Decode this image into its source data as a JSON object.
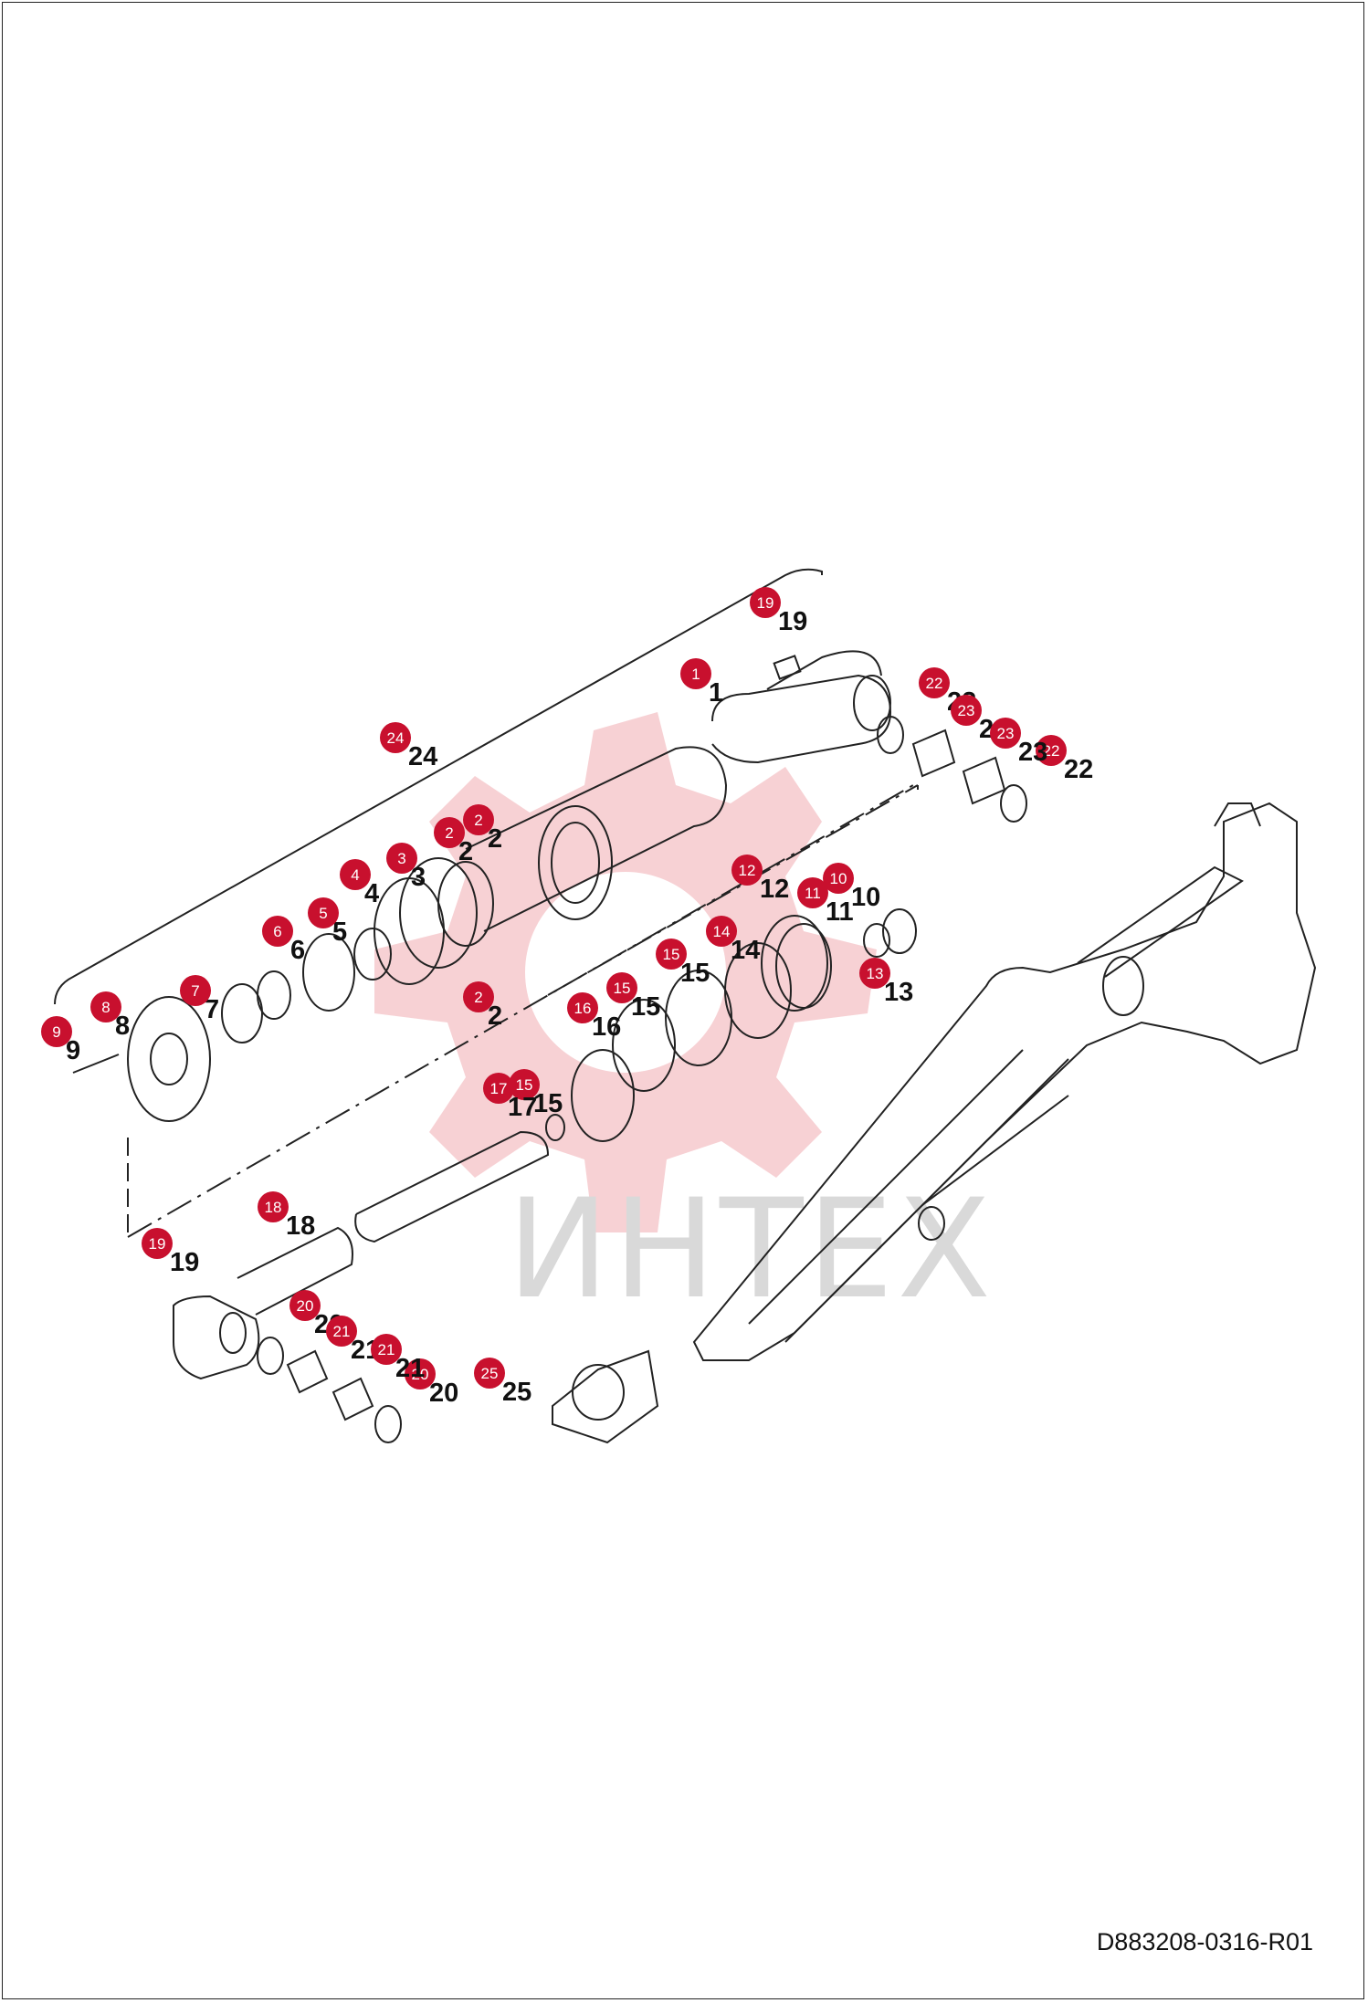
{
  "watermark": "ИНТЕХ",
  "document_code": "D883208-0316-R01",
  "colors": {
    "badge": "#c8102e",
    "watermark_gear": "#f6c9cd",
    "line": "#222222"
  },
  "callouts": [
    {
      "badge": "1",
      "label": "1"
    },
    {
      "badge": "2",
      "label": "2"
    },
    {
      "badge": "2",
      "label": "2"
    },
    {
      "badge": "2",
      "label": "2"
    },
    {
      "badge": "3",
      "label": "3"
    },
    {
      "badge": "4",
      "label": "4"
    },
    {
      "badge": "5",
      "label": "5"
    },
    {
      "badge": "6",
      "label": "6"
    },
    {
      "badge": "7",
      "label": "7"
    },
    {
      "badge": "8",
      "label": "8"
    },
    {
      "badge": "9",
      "label": "9"
    },
    {
      "badge": "10",
      "label": "10"
    },
    {
      "badge": "11",
      "label": "11"
    },
    {
      "badge": "12",
      "label": "12"
    },
    {
      "badge": "13",
      "label": "13"
    },
    {
      "badge": "14",
      "label": "14"
    },
    {
      "badge": "15",
      "label": "15"
    },
    {
      "badge": "15",
      "label": "15"
    },
    {
      "badge": "15",
      "label": "15"
    },
    {
      "badge": "16",
      "label": "16"
    },
    {
      "badge": "17",
      "label": "17"
    },
    {
      "badge": "18",
      "label": "18"
    },
    {
      "badge": "19",
      "label": "19"
    },
    {
      "badge": "19",
      "label": "19"
    },
    {
      "badge": "20",
      "label": "20"
    },
    {
      "badge": "20",
      "label": "20"
    },
    {
      "badge": "21",
      "label": "21"
    },
    {
      "badge": "21",
      "label": "21"
    },
    {
      "badge": "22",
      "label": "22"
    },
    {
      "badge": "22",
      "label": "22"
    },
    {
      "badge": "23",
      "label": "23"
    },
    {
      "badge": "23",
      "label": "23"
    },
    {
      "badge": "24",
      "label": "24"
    },
    {
      "badge": "25",
      "label": "25"
    }
  ]
}
